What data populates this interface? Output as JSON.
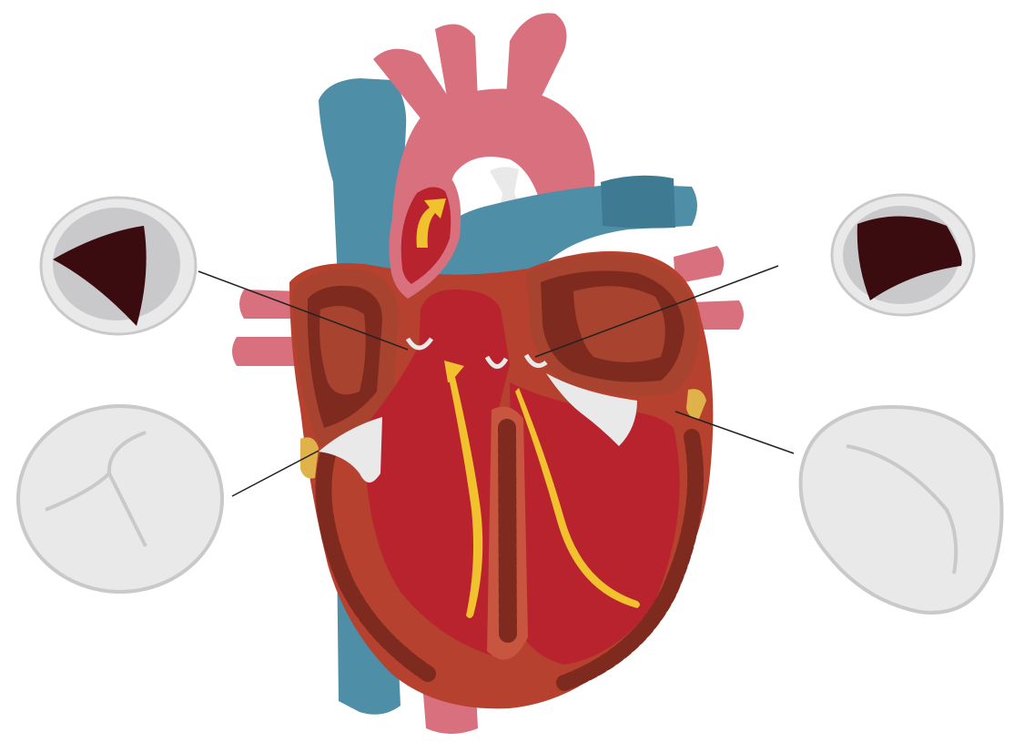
{
  "colors": {
    "background": "#ffffff",
    "vein_blue": "#4f8ea7",
    "vein_blue_dark": "#3f7a93",
    "artery_pink": "#d9707e",
    "artery_pink_dark": "#c25a69",
    "heart_wall": "#b6412f",
    "heart_wall_light": "#c8553f",
    "chamber_red": "#b8232e",
    "chamber_dark": "#8f1c23",
    "atrium_brown": "#a8432f",
    "atrium_inner": "#7f2a1f",
    "valve_white": "#e9e9ea",
    "valve_shadow": "#c9c9cb",
    "open_valve_dark": "#3a0c10",
    "flow_arrow": "#f2c12e",
    "leader_line": "#222222",
    "fat_yellow": "#e0b24a"
  },
  "inset_views": [
    {
      "id": "aortic-open",
      "state": "open",
      "leaflets": 3
    },
    {
      "id": "tricuspid-closed",
      "state": "closed",
      "leaflets": 3
    },
    {
      "id": "pulmonary-open",
      "state": "open",
      "leaflets": 3
    },
    {
      "id": "mitral-closed",
      "state": "closed",
      "leaflets": 2
    }
  ],
  "flow_arrows": 3
}
